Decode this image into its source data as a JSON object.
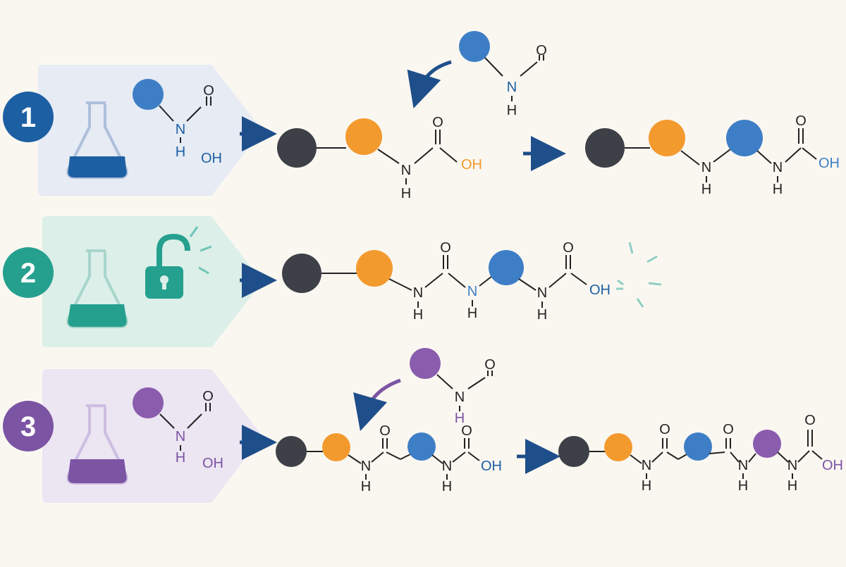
{
  "colors": {
    "background": "#faf7f1",
    "step1": "#1d5fa3",
    "step2": "#25a08e",
    "step3": "#7b54a3",
    "panel1": "#e6ebf4",
    "panel2": "#dcefe9",
    "panel3": "#ece5f2",
    "resin": "#3d4046",
    "aa_orange": "#f39a2e",
    "aa_blue": "#3e7ec6",
    "aa_purple": "#8a5cae",
    "bond": "#222222",
    "arrow": "#1f4f8a"
  },
  "steps": [
    {
      "number": "1",
      "reagent": {
        "N": "N",
        "H": "H",
        "OH": "OH"
      },
      "lock_icon": "flask-icon"
    },
    {
      "number": "2",
      "reagent_icon": "unlock-icon"
    },
    {
      "number": "3",
      "reagent": {
        "N": "N",
        "H": "H",
        "OH": "OH"
      },
      "lock_icon": "flask-icon"
    }
  ],
  "labels": {
    "O": "O",
    "N": "N",
    "H": "H",
    "OH": "OH"
  }
}
